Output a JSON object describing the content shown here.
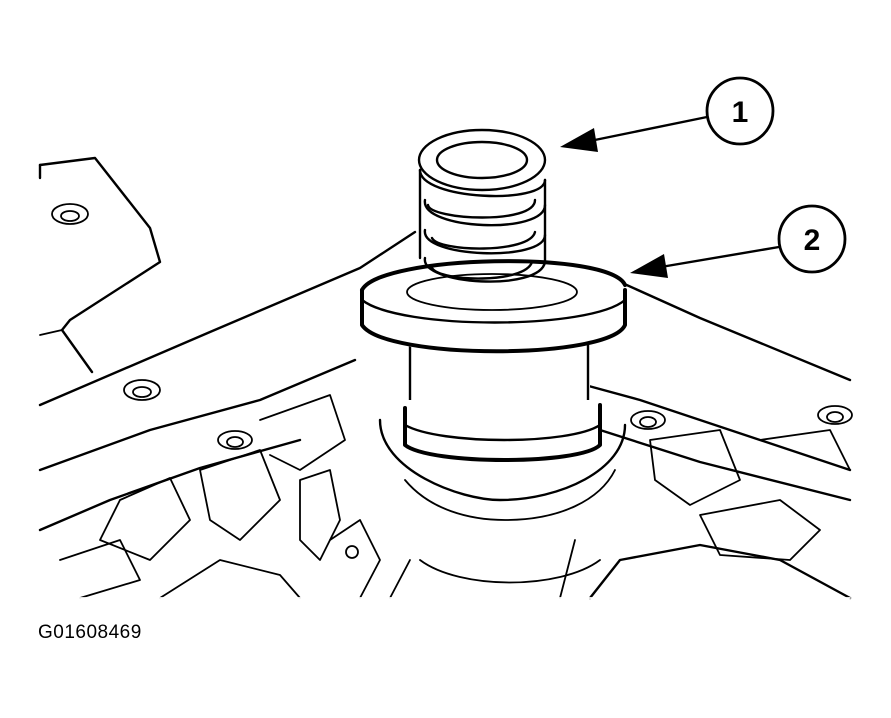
{
  "figure": {
    "id": "G01608469",
    "callouts": [
      {
        "label": "1"
      },
      {
        "label": "2"
      }
    ]
  }
}
